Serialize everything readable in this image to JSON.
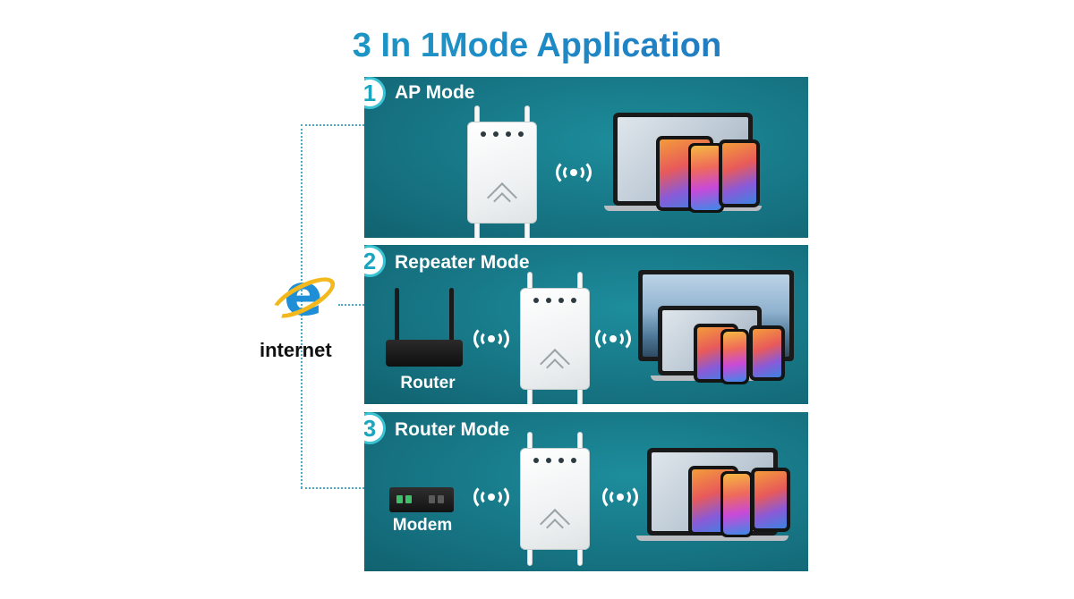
{
  "title": "3 In 1Mode Application",
  "internet_label": "internet",
  "modes": [
    {
      "number": "1",
      "name": "AP Mode"
    },
    {
      "number": "2",
      "name": "Repeater Mode",
      "source_device": "Router"
    },
    {
      "number": "3",
      "name": "Router Mode",
      "source_device": "Modem"
    }
  ],
  "icons": {
    "internet": "internet-explorer-icon",
    "wireless": "wifi-signal-icon",
    "extender": "wifi-extender-icon",
    "router": "router-icon",
    "modem": "modem-icon",
    "clients": "laptop-tablet-phone-icon"
  },
  "colors": {
    "panel": "#156f7e",
    "title_gradient_start": "#1aa9b9",
    "title_gradient_end": "#2a63b8",
    "badge_ring": "#39c3d3",
    "connector": "#4aa8c8",
    "ie_blue": "#1e8fd6",
    "ie_ring": "#f2b81c"
  }
}
